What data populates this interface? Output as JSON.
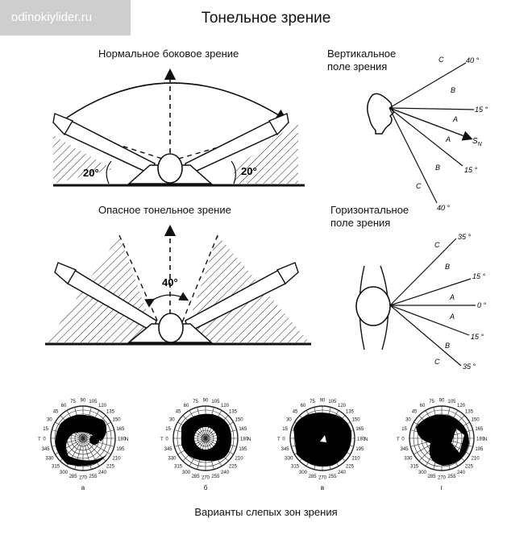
{
  "watermark": "odinokiylider.ru",
  "title": "Тонельное зрение",
  "normal_label": "Нормальное боковое зрение",
  "danger_label": "Опасное тонельное зрение",
  "vertical_label_1": "Вертикальное",
  "vertical_label_2": "поле зрения",
  "horizontal_label_1": "Горизонтальное",
  "horizontal_label_2": "поле зрения",
  "caption": "Варианты слепых зон зрения",
  "angles": {
    "normal_left": "20°",
    "normal_right": "20°",
    "danger": "40°"
  },
  "vertical_field": {
    "degrees": [
      "40 °",
      "15 °",
      "15 °",
      "40 °"
    ],
    "sn": "S",
    "sn_sub": "N",
    "zones": [
      "C",
      "B",
      "A",
      "A",
      "B",
      "C"
    ]
  },
  "horizontal_field": {
    "degrees": [
      "35 °",
      "15 °",
      "0 °",
      "15 °",
      "35 °"
    ],
    "zones": [
      "C",
      "B",
      "A",
      "A",
      "B",
      "C"
    ]
  },
  "perimetry": {
    "ticks": [
      "90",
      "75",
      "60",
      "45",
      "30",
      "15",
      "0",
      "345",
      "330",
      "315",
      "300",
      "285",
      "270",
      "255",
      "240",
      "225",
      "210",
      "195",
      "180",
      "165",
      "150",
      "135",
      "120",
      "105"
    ],
    "left_mark": "T",
    "right_mark": "N",
    "letters": [
      "а",
      "б",
      "в",
      "г"
    ]
  }
}
